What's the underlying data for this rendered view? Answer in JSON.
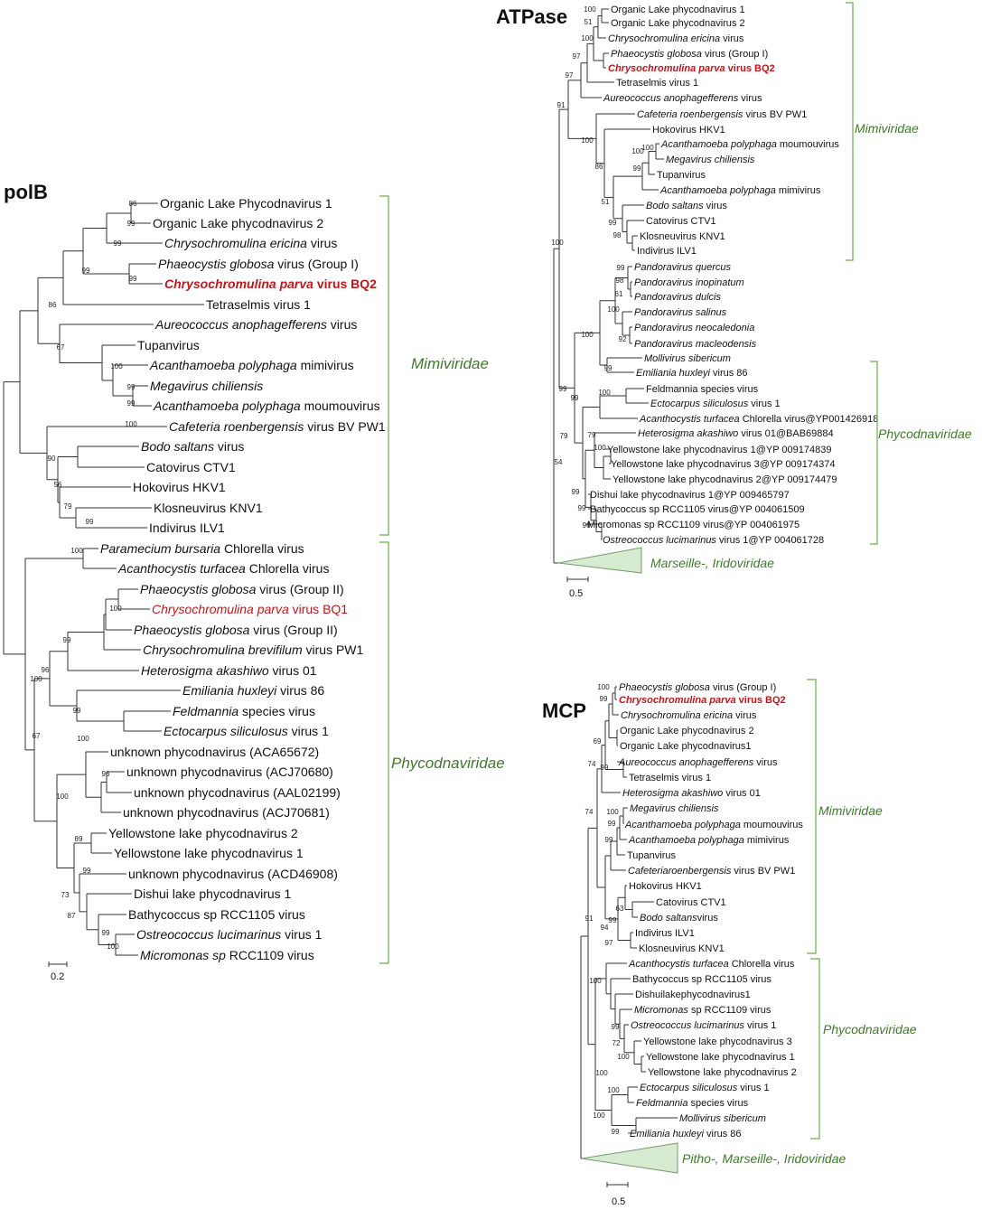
{
  "polB": {
    "title": "polB",
    "taxa": [
      [
        "",
        "Organic Lake Phycodnavirus 1",
        ""
      ],
      [
        "",
        "Organic Lake phycodnavirus 2",
        ""
      ],
      [
        "Chrysochromulina ericina",
        " virus",
        ""
      ],
      [
        "Phaeocystis globosa",
        " virus (Group I)",
        ""
      ],
      [
        "Chrysochromulina parva",
        " virus BQ2",
        "hlb"
      ],
      [
        "",
        "Tetraselmis virus 1",
        ""
      ],
      [
        "Aureococcus anophagefferens",
        " virus",
        ""
      ],
      [
        "",
        "Tupanvirus",
        ""
      ],
      [
        "Acanthamoeba polyphaga",
        " mimivirus",
        ""
      ],
      [
        "Megavirus chiliensis",
        "",
        ""
      ],
      [
        "Acanthamoeba polyphaga",
        " moumouvirus",
        ""
      ],
      [
        "Cafeteria roenbergensis",
        " virus BV PW1",
        ""
      ],
      [
        "Bodo saltans",
        " virus",
        ""
      ],
      [
        "",
        "Catovirus CTV1",
        ""
      ],
      [
        "",
        "Hokovirus HKV1",
        ""
      ],
      [
        "",
        "Klosneuvirus KNV1",
        ""
      ],
      [
        "",
        "Indivirus ILV1",
        ""
      ],
      [
        "Paramecium bursaria",
        " Chlorella virus",
        ""
      ],
      [
        "Acanthocystis turfacea",
        " Chlorella virus",
        ""
      ],
      [
        "Phaeocystis globosa",
        " virus (Group II)",
        ""
      ],
      [
        "Chrysochromulina parva",
        " virus BQ1",
        "hl"
      ],
      [
        "Phaeocystis globosa",
        " virus (Group II)",
        ""
      ],
      [
        "Chrysochromulina brevifilum",
        " virus PW1",
        ""
      ],
      [
        "Heterosigma akashiwo",
        " virus 01",
        ""
      ],
      [
        "Emiliania huxleyi",
        " virus 86",
        ""
      ],
      [
        "Feldmannia",
        " species virus",
        ""
      ],
      [
        "Ectocarpus siliculosus",
        " virus 1",
        ""
      ],
      [
        "",
        "unknown phycodnavirus (ACA65672)",
        ""
      ],
      [
        "",
        "unknown phycodnavirus (ACJ70680)",
        ""
      ],
      [
        "",
        "unknown phycodnavirus (AAL02199)",
        ""
      ],
      [
        "",
        "unknown phycodnavirus (ACJ70681)",
        ""
      ],
      [
        "",
        "Yellowstone lake phycodnavirus 2",
        ""
      ],
      [
        "",
        "Yellowstone lake phycodnavirus 1",
        ""
      ],
      [
        "",
        "unknown phycodnavirus (ACD46908)",
        ""
      ],
      [
        "",
        "Dishui lake phycodnavirus 1",
        ""
      ],
      [
        "",
        "Bathycoccus sp RCC1105 virus",
        ""
      ],
      [
        "Ostreococcus lucimarinus",
        " virus 1",
        ""
      ],
      [
        "Micromonas sp",
        " RCC1109 virus",
        ""
      ]
    ],
    "bootstraps": [
      "86",
      "99",
      "99",
      "99",
      "99",
      "86",
      "67",
      "100",
      "99",
      "99",
      "100",
      "90",
      "56",
      "79",
      "99",
      "100",
      "100",
      "99",
      "96",
      "99",
      "100",
      "67",
      "96",
      "100",
      "89",
      "99",
      "73",
      "87",
      "99",
      "100",
      "100"
    ],
    "families": [
      "Mimiviridae",
      "Phycodnaviridae"
    ],
    "scale": "0.2"
  },
  "atpase": {
    "title": "ATPase",
    "taxa": [
      [
        "",
        "Organic Lake phycodnavirus 1",
        ""
      ],
      [
        "",
        "Organic Lake phycodnavirus 2",
        ""
      ],
      [
        "Chrysochromulina ericina",
        " virus",
        ""
      ],
      [
        "Phaeocystis globosa",
        " virus (Group I)",
        ""
      ],
      [
        "Chrysochromulina parva",
        " virus BQ2",
        "hlb"
      ],
      [
        "",
        "Tetraselmis virus 1",
        ""
      ],
      [
        "Aureococcus anophagefferens",
        " virus",
        ""
      ],
      [
        "Cafeteria roenbergensis",
        " virus BV PW1",
        ""
      ],
      [
        "",
        "Hokovirus HKV1",
        ""
      ],
      [
        "Acanthamoeba polyphaga",
        " moumouvirus",
        ""
      ],
      [
        "Megavirus chiliensis",
        "",
        ""
      ],
      [
        "",
        "Tupanvirus",
        ""
      ],
      [
        "Acanthamoeba polyphaga",
        " mimivirus",
        ""
      ],
      [
        "Bodo saltans",
        " virus",
        ""
      ],
      [
        "",
        "Catovirus CTV1",
        ""
      ],
      [
        "",
        "Klosneuvirus KNV1",
        ""
      ],
      [
        "",
        "Indivirus ILV1",
        ""
      ],
      [
        "Pandoravirus quercus",
        "",
        ""
      ],
      [
        "Pandoravirus inopinatum",
        "",
        ""
      ],
      [
        "Pandoravirus dulcis",
        "",
        ""
      ],
      [
        "Pandoravirus salinus",
        "",
        ""
      ],
      [
        "Pandoravirus neocaledonia",
        "",
        ""
      ],
      [
        "Pandoravirus macleodensis",
        "",
        ""
      ],
      [
        "Mollivirus sibericum",
        "",
        ""
      ],
      [
        "Emiliania huxleyi",
        " virus 86",
        ""
      ],
      [
        "",
        "Feldmannia species virus",
        ""
      ],
      [
        "Ectocarpus siliculosus",
        " virus 1",
        ""
      ],
      [
        "Acanthocystis turfacea",
        " Chlorella virus@YP001426918",
        ""
      ],
      [
        "Heterosigma akashiwo",
        " virus 01@BAB69884",
        ""
      ],
      [
        "",
        "Yellowstone lake phycodnavirus 1@YP 009174839",
        ""
      ],
      [
        "",
        "Yellowstone lake phycodnavirus 3@YP 009174374",
        ""
      ],
      [
        "",
        "Yellowstone lake phycodnavirus 2@YP 009174479",
        ""
      ],
      [
        "",
        "Dishui lake phycodnavirus 1@YP 009465797",
        ""
      ],
      [
        "",
        "Bathycoccus sp RCC1105 virus@YP 004061509",
        ""
      ],
      [
        "",
        "Micromonas sp RCC1109 virus@YP 004061975",
        ""
      ],
      [
        "Ostreococcus lucimarinus",
        " virus 1@YP 004061728",
        ""
      ]
    ],
    "bootstraps": [
      "100",
      "51",
      "100",
      "97",
      "97",
      "91",
      "100",
      "86",
      "100",
      "99",
      "100",
      "51",
      "99",
      "98",
      "100",
      "99",
      "98",
      "61",
      "100",
      "92",
      "100",
      "99",
      "99",
      "99",
      "100",
      "79",
      "79",
      "54",
      "99",
      "99",
      "96",
      "100"
    ],
    "families": [
      "Mimiviridae",
      "Phycodnaviridae",
      "Marseille-, Iridoviridae"
    ],
    "scale": "0.5"
  },
  "mcp": {
    "title": "MCP",
    "taxa": [
      [
        "Phaeocystis globosa",
        " virus (Group I)",
        ""
      ],
      [
        "Chrysochromulina parva",
        " virus BQ2",
        "hlb"
      ],
      [
        "Chrysochromulina ericina",
        " virus",
        ""
      ],
      [
        "",
        "Organic Lake phycodnavirus 2",
        ""
      ],
      [
        "",
        "Organic Lake phycodnavirus1",
        ""
      ],
      [
        "Aureococcus anophagefferens",
        " virus",
        ""
      ],
      [
        "",
        "Tetraselmis virus 1",
        ""
      ],
      [
        "Heterosigma akashiwo",
        " virus 01",
        ""
      ],
      [
        "Megavirus chiliensis",
        "",
        ""
      ],
      [
        "Acanthamoeba polyphaga",
        " moumouvirus",
        ""
      ],
      [
        "Acanthamoeba polyphaga",
        " mimivirus",
        ""
      ],
      [
        "",
        "Tupanvirus",
        ""
      ],
      [
        "Cafeteriaroenbergensis",
        " virus BV PW1",
        ""
      ],
      [
        "",
        "Hokovirus HKV1",
        ""
      ],
      [
        "",
        "Catovirus CTV1",
        ""
      ],
      [
        "Bodo saltans",
        "virus",
        ""
      ],
      [
        "",
        "Indivirus ILV1",
        ""
      ],
      [
        "",
        "Klosneuvirus KNV1",
        ""
      ],
      [
        "Acanthocystis turfacea",
        " Chlorella virus",
        ""
      ],
      [
        "",
        "Bathycoccus sp RCC1105 virus",
        ""
      ],
      [
        "",
        "Dishuilakephycodnavirus1",
        ""
      ],
      [
        "Micromonas",
        " sp RCC1109 virus",
        ""
      ],
      [
        "Ostreococcus lucimarinus",
        " virus 1",
        ""
      ],
      [
        "",
        "Yellowstone lake phycodnavirus 3",
        ""
      ],
      [
        "",
        "Yellowstone lake phycodnavirus 1",
        ""
      ],
      [
        "",
        "Yellowstone lake phycodnavirus 2",
        ""
      ],
      [
        "Ectocarpus siliculosus",
        " virus 1",
        ""
      ],
      [
        "Feldmannia",
        " species virus",
        ""
      ],
      [
        "Mollivirus sibericum",
        "",
        ""
      ],
      [
        "Emiliania huxleyi",
        " virus 86",
        ""
      ]
    ],
    "bootstraps": [
      "100",
      "99",
      "69",
      "74",
      "99",
      "74",
      "100",
      "99",
      "99",
      "63",
      "94",
      "97",
      "91",
      "100",
      "99",
      "100",
      "99",
      "72",
      "100",
      "100",
      "100",
      "99"
    ],
    "families": [
      "Mimiviridae",
      "Phycodnaviridae",
      "Pitho-, Marseille-, Iridoviridae"
    ],
    "scale": "0.5"
  }
}
